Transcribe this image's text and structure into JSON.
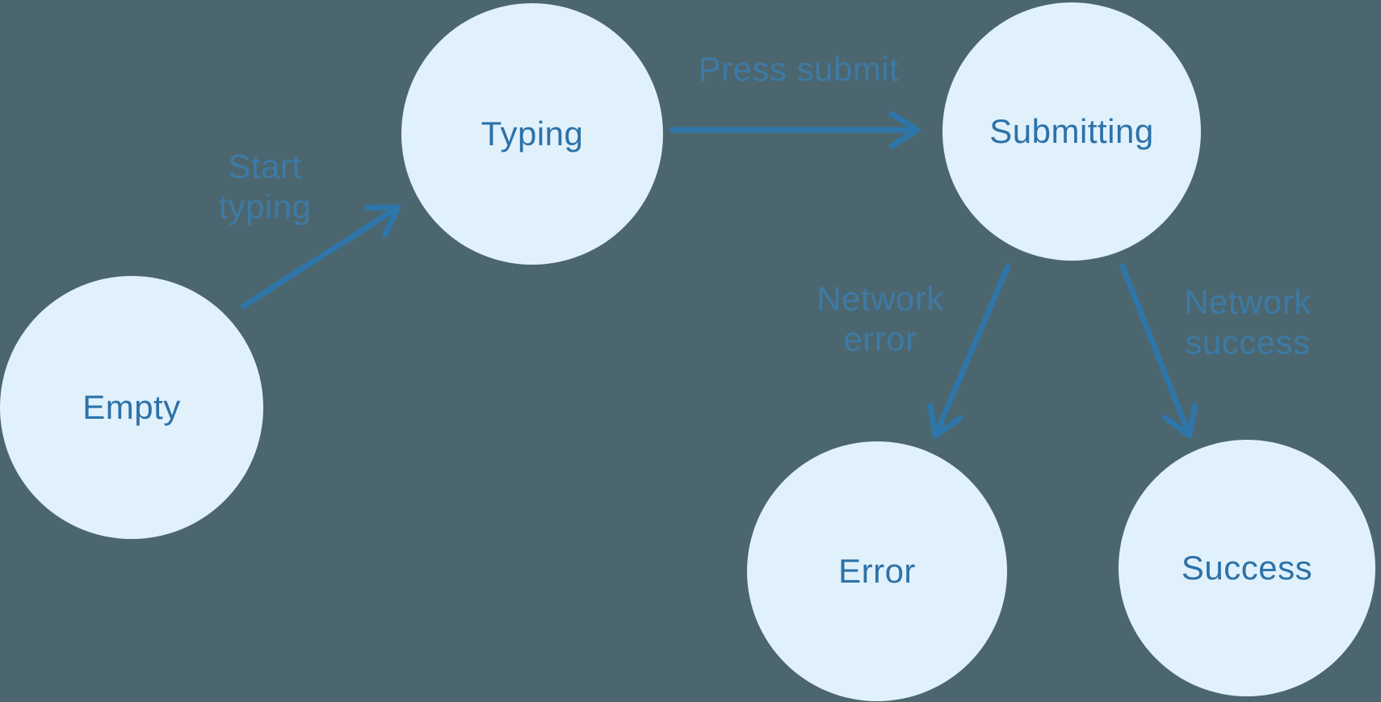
{
  "diagram": {
    "type": "state-machine",
    "colors": {
      "background": "#4c666f",
      "node_fill": "#e1f1fc",
      "node_text": "#2d72a8",
      "arrow": "#2e76a9",
      "edge_label": "#3d7aa5"
    },
    "nodes": [
      {
        "id": "empty",
        "label": "Empty"
      },
      {
        "id": "typing",
        "label": "Typing"
      },
      {
        "id": "submitting",
        "label": "Submitting"
      },
      {
        "id": "error",
        "label": "Error"
      },
      {
        "id": "success",
        "label": "Success"
      }
    ],
    "edges": [
      {
        "from": "empty",
        "to": "typing",
        "label": "Start typing"
      },
      {
        "from": "typing",
        "to": "submitting",
        "label": "Press submit"
      },
      {
        "from": "submitting",
        "to": "error",
        "label": "Network error"
      },
      {
        "from": "submitting",
        "to": "success",
        "label": "Network success"
      }
    ]
  }
}
